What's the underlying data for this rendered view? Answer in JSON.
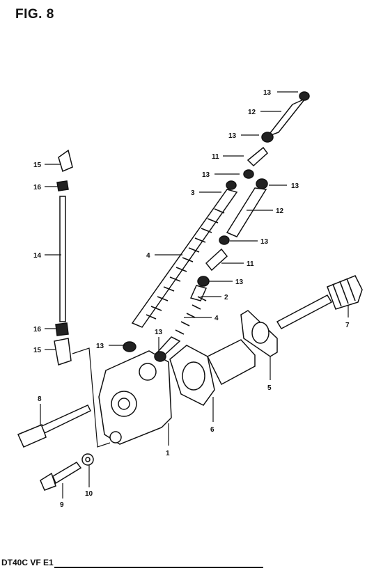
{
  "figure_title": "FIG. 8",
  "footer_code": "DT40C  VF  E1",
  "callouts": [
    {
      "id": "c13a",
      "label": "13"
    },
    {
      "id": "c12a",
      "label": "12"
    },
    {
      "id": "c13b",
      "label": "13"
    },
    {
      "id": "c11a",
      "label": "11"
    },
    {
      "id": "c13c",
      "label": "13"
    },
    {
      "id": "c13d",
      "label": "13"
    },
    {
      "id": "c3",
      "label": "3"
    },
    {
      "id": "c12b",
      "label": "12"
    },
    {
      "id": "c13e",
      "label": "13"
    },
    {
      "id": "c4a",
      "label": "4"
    },
    {
      "id": "c11b",
      "label": "11"
    },
    {
      "id": "c13f",
      "label": "13"
    },
    {
      "id": "c2",
      "label": "2"
    },
    {
      "id": "c4b",
      "label": "4"
    },
    {
      "id": "c7",
      "label": "7"
    },
    {
      "id": "c5",
      "label": "5"
    },
    {
      "id": "c6",
      "label": "6"
    },
    {
      "id": "c1",
      "label": "1"
    },
    {
      "id": "c15a",
      "label": "15"
    },
    {
      "id": "c16a",
      "label": "16"
    },
    {
      "id": "c14",
      "label": "14"
    },
    {
      "id": "c16b",
      "label": "16"
    },
    {
      "id": "c15b",
      "label": "15"
    },
    {
      "id": "c13g",
      "label": "13"
    },
    {
      "id": "c13h",
      "label": "13"
    },
    {
      "id": "c8",
      "label": "8"
    },
    {
      "id": "c9",
      "label": "9"
    },
    {
      "id": "c10",
      "label": "10"
    }
  ]
}
